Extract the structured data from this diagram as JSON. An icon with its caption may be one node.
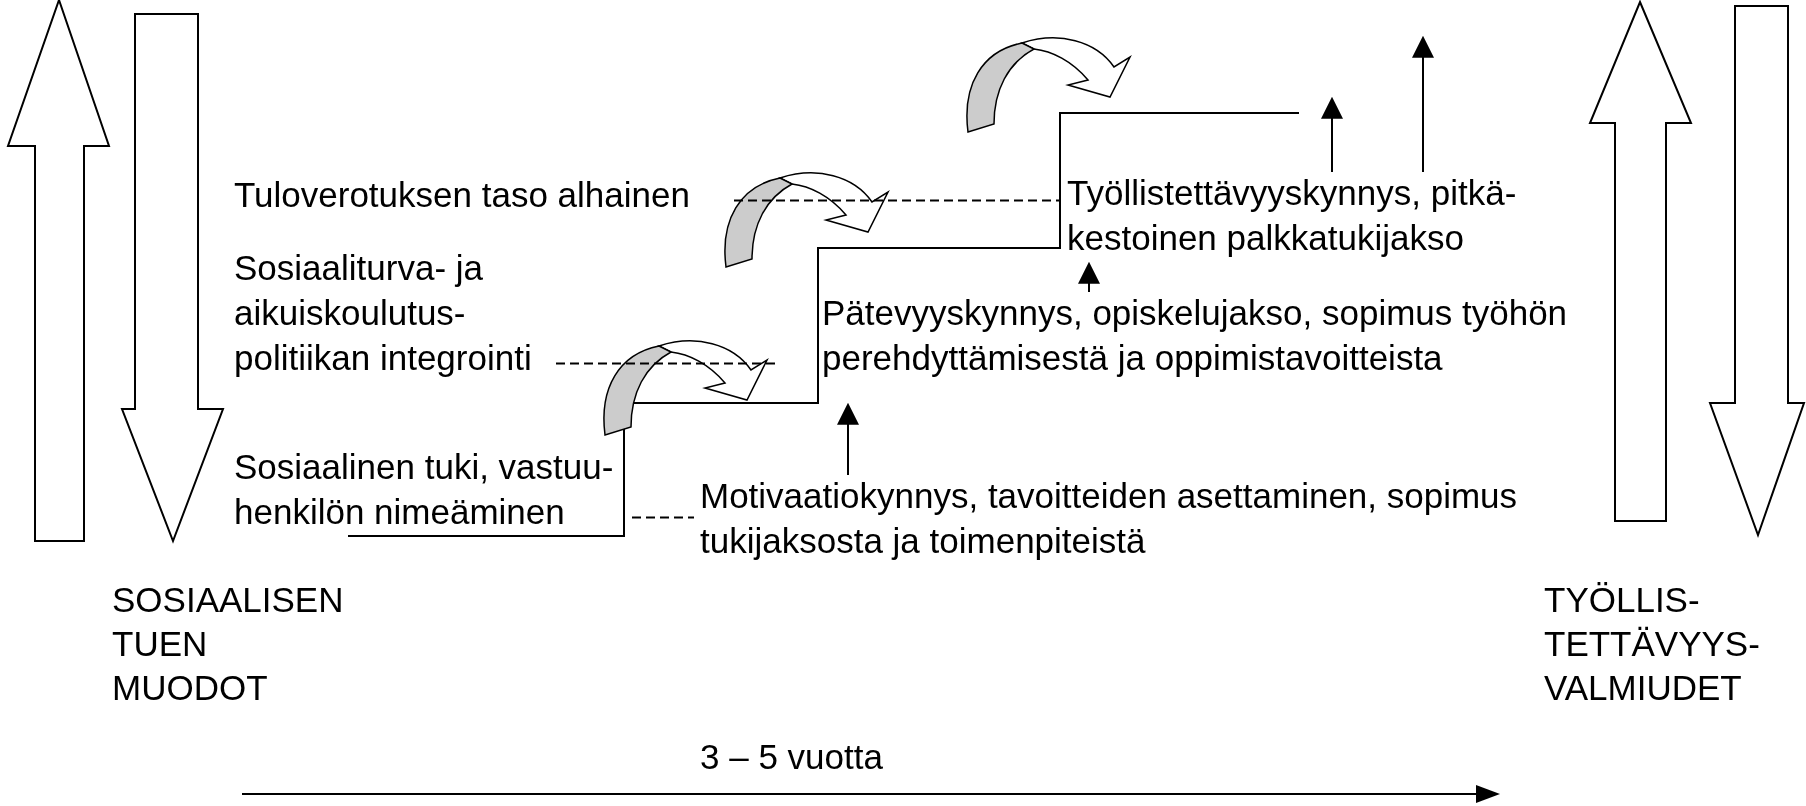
{
  "diagram": {
    "nodes": [
      {
        "text": [
          "Tuloverotuksen taso alhainen"
        ]
      },
      {
        "text": [
          "Työllistettävyyskynnys, pitkä- kestoinen palkkatukijakso"
        ]
      },
      {
        "text": [
          "Sosiaaliturva- ja aikuiskoulutus- politiikan integrointi"
        ]
      },
      {
        "text": [
          "Pätevyyskynnys, opiskelujakso, sopimus työhön perehdyttämisestä ja oppimistavoitteista"
        ]
      },
      {
        "text": [
          "Sosiaalinen tuki, vastuu- henkilön nimeäminen"
        ]
      },
      {
        "text": [
          "Motivaatiokynnys, tavoitteiden asettaminen, sopimus tukijaksosta ja toimenpiteistä"
        ]
      }
    ],
    "edges": [
      {
        "from": 0,
        "to": 1,
        "arrow": "none",
        "style": "dashed"
      },
      {
        "from": 2,
        "to": null,
        "arrow": "none",
        "style": "dashed"
      },
      {
        "from": 4,
        "to": 5,
        "arrow": "none",
        "style": "dashed"
      },
      {
        "from": 5,
        "to": 3,
        "arrow": "to"
      },
      {
        "from": 3,
        "to": 1,
        "arrow": "to"
      },
      {
        "from": 1,
        "to": null,
        "arrow": "to"
      },
      {
        "from": 1,
        "to": null,
        "arrow": "to"
      }
    ],
    "labels": [
      "SOSIAALISEN TUEN MUODOT",
      "TYÖLLIS- TETTÄVYYS- VALMIUDET",
      "3 – 5 vuotta"
    ]
  }
}
